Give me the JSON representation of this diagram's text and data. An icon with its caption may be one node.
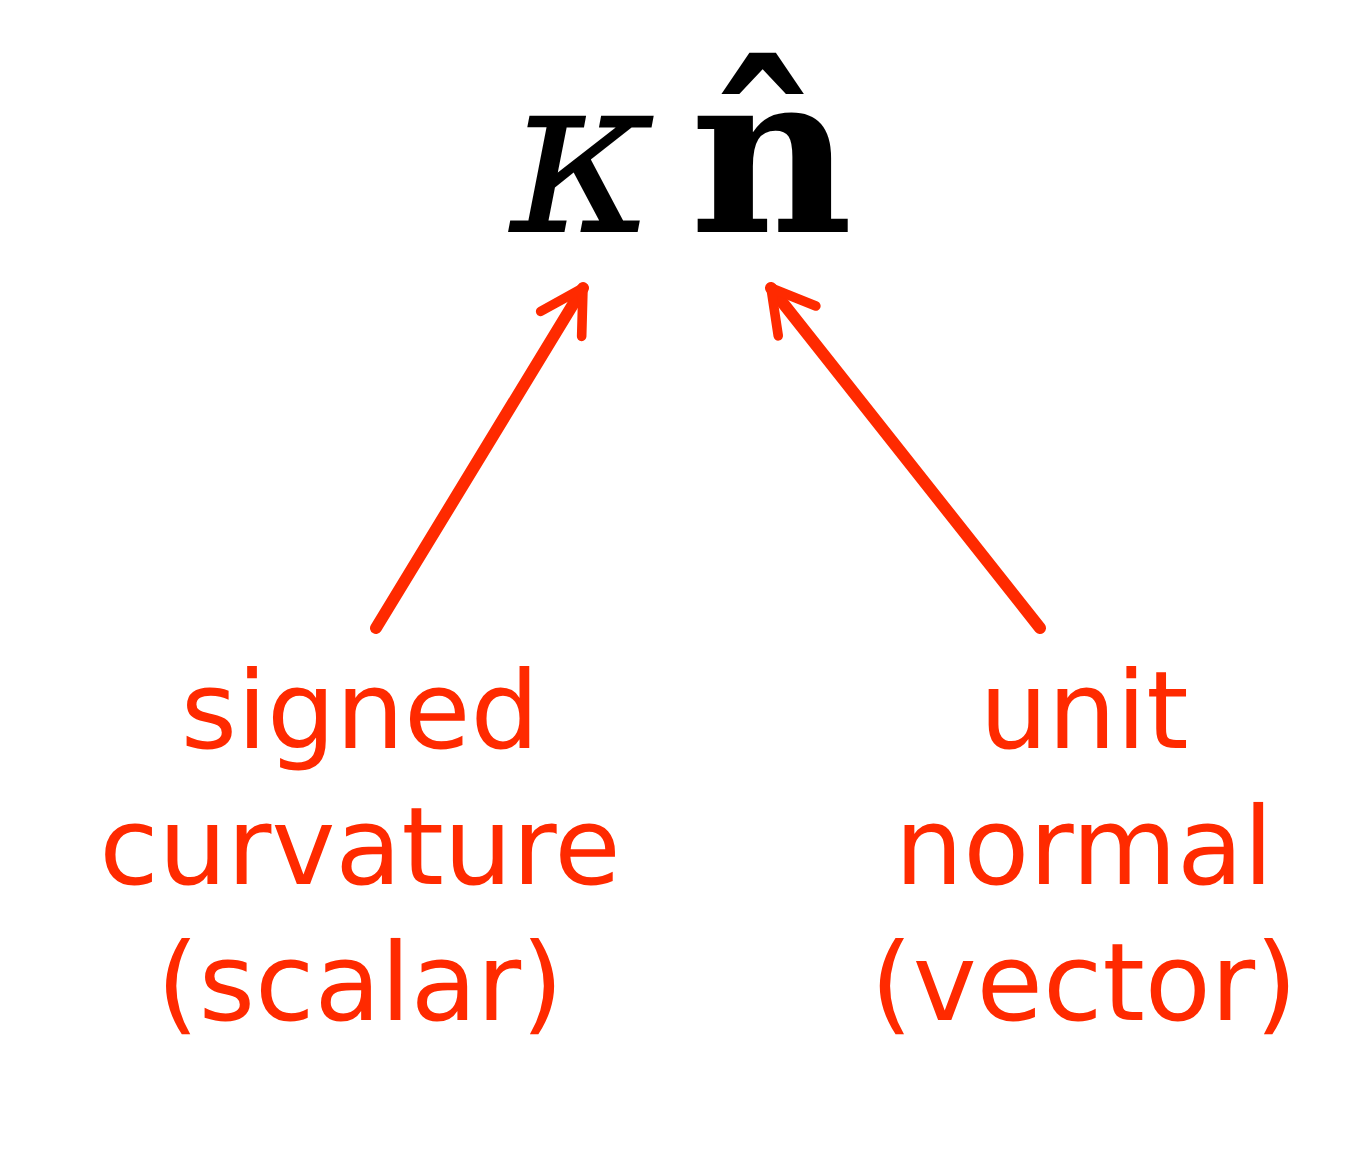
{
  "diagram": {
    "nodes": [
      {
        "text": [
          "κ"
        ]
      },
      {
        "text": [
          "n̂"
        ]
      },
      {
        "text": [
          "signed curvature (scalar)"
        ]
      },
      {
        "text": [
          "unit normal (vector)"
        ]
      }
    ],
    "edges": [
      {
        "from": 2,
        "to": 0,
        "arrow": "to"
      },
      {
        "from": 3,
        "to": 1,
        "arrow": "to"
      }
    ]
  }
}
